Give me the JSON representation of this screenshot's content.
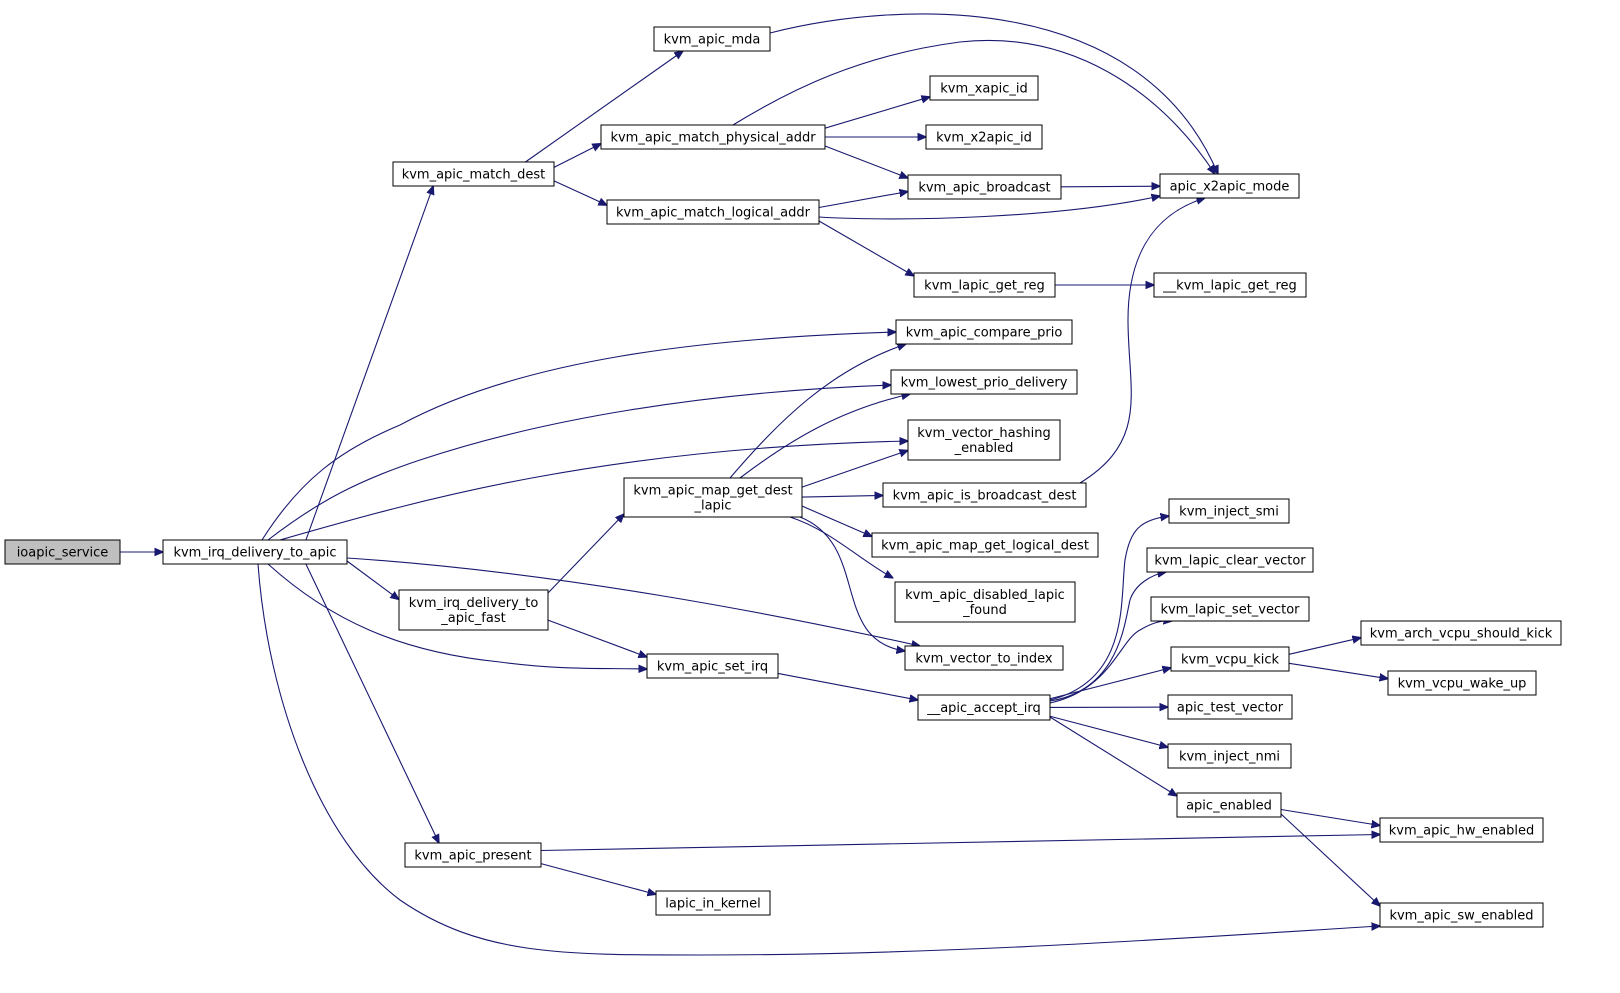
{
  "graph": {
    "root": "ioapic_service",
    "colors": {
      "edge": "#191970",
      "node_border": "#000000",
      "root_fill": "#bfbfbf",
      "node_fill": "#ffffff"
    },
    "nodes": {
      "ioapic_service": [
        "ioapic_service"
      ],
      "kvm_irq_delivery_to_apic": [
        "kvm_irq_delivery_to_apic"
      ],
      "kvm_apic_match_dest": [
        "kvm_apic_match_dest"
      ],
      "kvm_apic_mda": [
        "kvm_apic_mda"
      ],
      "kvm_apic_match_physical_addr": [
        "kvm_apic_match_physical_addr"
      ],
      "kvm_apic_match_logical_addr": [
        "kvm_apic_match_logical_addr"
      ],
      "kvm_xapic_id": [
        "kvm_xapic_id"
      ],
      "kvm_x2apic_id": [
        "kvm_x2apic_id"
      ],
      "kvm_apic_broadcast": [
        "kvm_apic_broadcast"
      ],
      "apic_x2apic_mode": [
        "apic_x2apic_mode"
      ],
      "kvm_lapic_get_reg": [
        "kvm_lapic_get_reg"
      ],
      "__kvm_lapic_get_reg": [
        "__kvm_lapic_get_reg"
      ],
      "kvm_apic_compare_prio": [
        "kvm_apic_compare_prio"
      ],
      "kvm_lowest_prio_delivery": [
        "kvm_lowest_prio_delivery"
      ],
      "kvm_vector_hashing_enabled": [
        "kvm_vector_hashing",
        "_enabled"
      ],
      "kvm_apic_map_get_dest_lapic": [
        "kvm_apic_map_get_dest",
        "_lapic"
      ],
      "kvm_apic_is_broadcast_dest": [
        "kvm_apic_is_broadcast_dest"
      ],
      "kvm_apic_map_get_logical_dest": [
        "kvm_apic_map_get_logical_dest"
      ],
      "kvm_apic_disabled_lapic_found": [
        "kvm_apic_disabled_lapic",
        "_found"
      ],
      "kvm_vector_to_index": [
        "kvm_vector_to_index"
      ],
      "kvm_irq_delivery_to_apic_fast": [
        "kvm_irq_delivery_to",
        "_apic_fast"
      ],
      "kvm_apic_set_irq": [
        "kvm_apic_set_irq"
      ],
      "__apic_accept_irq": [
        "__apic_accept_irq"
      ],
      "kvm_inject_smi": [
        "kvm_inject_smi"
      ],
      "kvm_lapic_clear_vector": [
        "kvm_lapic_clear_vector"
      ],
      "kvm_lapic_set_vector": [
        "kvm_lapic_set_vector"
      ],
      "kvm_vcpu_kick": [
        "kvm_vcpu_kick"
      ],
      "kvm_arch_vcpu_should_kick": [
        "kvm_arch_vcpu_should_kick"
      ],
      "kvm_vcpu_wake_up": [
        "kvm_vcpu_wake_up"
      ],
      "apic_test_vector": [
        "apic_test_vector"
      ],
      "kvm_inject_nmi": [
        "kvm_inject_nmi"
      ],
      "apic_enabled": [
        "apic_enabled"
      ],
      "kvm_apic_hw_enabled": [
        "kvm_apic_hw_enabled"
      ],
      "kvm_apic_sw_enabled": [
        "kvm_apic_sw_enabled"
      ],
      "kvm_apic_present": [
        "kvm_apic_present"
      ],
      "lapic_in_kernel": [
        "lapic_in_kernel"
      ]
    },
    "edges": [
      [
        "ioapic_service",
        "kvm_irq_delivery_to_apic"
      ],
      [
        "kvm_irq_delivery_to_apic",
        "kvm_apic_match_dest"
      ],
      [
        "kvm_irq_delivery_to_apic",
        "kvm_apic_compare_prio"
      ],
      [
        "kvm_irq_delivery_to_apic",
        "kvm_lowest_prio_delivery"
      ],
      [
        "kvm_irq_delivery_to_apic",
        "kvm_vector_hashing_enabled"
      ],
      [
        "kvm_irq_delivery_to_apic",
        "kvm_irq_delivery_to_apic_fast"
      ],
      [
        "kvm_irq_delivery_to_apic",
        "kvm_vector_to_index"
      ],
      [
        "kvm_irq_delivery_to_apic",
        "kvm_apic_set_irq"
      ],
      [
        "kvm_irq_delivery_to_apic",
        "kvm_apic_present"
      ],
      [
        "kvm_irq_delivery_to_apic",
        "kvm_apic_sw_enabled"
      ],
      [
        "kvm_apic_match_dest",
        "kvm_apic_mda"
      ],
      [
        "kvm_apic_match_dest",
        "kvm_apic_match_physical_addr"
      ],
      [
        "kvm_apic_match_dest",
        "kvm_apic_match_logical_addr"
      ],
      [
        "kvm_apic_mda",
        "apic_x2apic_mode"
      ],
      [
        "kvm_apic_match_physical_addr",
        "apic_x2apic_mode"
      ],
      [
        "kvm_apic_match_physical_addr",
        "kvm_xapic_id"
      ],
      [
        "kvm_apic_match_physical_addr",
        "kvm_x2apic_id"
      ],
      [
        "kvm_apic_match_physical_addr",
        "kvm_apic_broadcast"
      ],
      [
        "kvm_apic_match_logical_addr",
        "kvm_apic_broadcast"
      ],
      [
        "kvm_apic_match_logical_addr",
        "apic_x2apic_mode"
      ],
      [
        "kvm_apic_match_logical_addr",
        "kvm_lapic_get_reg"
      ],
      [
        "kvm_apic_broadcast",
        "apic_x2apic_mode"
      ],
      [
        "kvm_lapic_get_reg",
        "__kvm_lapic_get_reg"
      ],
      [
        "kvm_irq_delivery_to_apic_fast",
        "kvm_apic_map_get_dest_lapic"
      ],
      [
        "kvm_irq_delivery_to_apic_fast",
        "kvm_apic_set_irq"
      ],
      [
        "kvm_apic_map_get_dest_lapic",
        "kvm_apic_compare_prio"
      ],
      [
        "kvm_apic_map_get_dest_lapic",
        "kvm_lowest_prio_delivery"
      ],
      [
        "kvm_apic_map_get_dest_lapic",
        "kvm_vector_hashing_enabled"
      ],
      [
        "kvm_apic_map_get_dest_lapic",
        "kvm_apic_is_broadcast_dest"
      ],
      [
        "kvm_apic_map_get_dest_lapic",
        "kvm_apic_map_get_logical_dest"
      ],
      [
        "kvm_apic_map_get_dest_lapic",
        "kvm_apic_disabled_lapic_found"
      ],
      [
        "kvm_apic_map_get_dest_lapic",
        "kvm_vector_to_index"
      ],
      [
        "kvm_apic_is_broadcast_dest",
        "apic_x2apic_mode"
      ],
      [
        "kvm_apic_set_irq",
        "__apic_accept_irq"
      ],
      [
        "__apic_accept_irq",
        "kvm_inject_smi"
      ],
      [
        "__apic_accept_irq",
        "kvm_lapic_clear_vector"
      ],
      [
        "__apic_accept_irq",
        "kvm_lapic_set_vector"
      ],
      [
        "__apic_accept_irq",
        "kvm_vcpu_kick"
      ],
      [
        "__apic_accept_irq",
        "apic_test_vector"
      ],
      [
        "__apic_accept_irq",
        "kvm_inject_nmi"
      ],
      [
        "__apic_accept_irq",
        "apic_enabled"
      ],
      [
        "kvm_vcpu_kick",
        "kvm_arch_vcpu_should_kick"
      ],
      [
        "kvm_vcpu_kick",
        "kvm_vcpu_wake_up"
      ],
      [
        "apic_enabled",
        "kvm_apic_hw_enabled"
      ],
      [
        "apic_enabled",
        "kvm_apic_sw_enabled"
      ],
      [
        "kvm_apic_present",
        "kvm_apic_hw_enabled"
      ],
      [
        "kvm_apic_present",
        "lapic_in_kernel"
      ]
    ]
  }
}
